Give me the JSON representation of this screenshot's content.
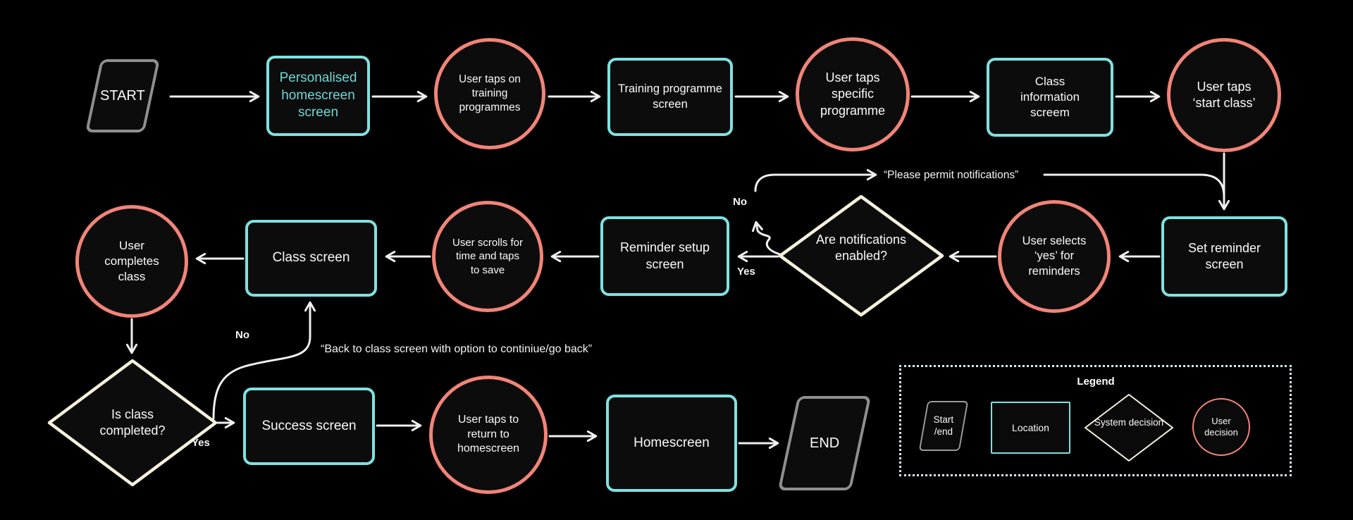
{
  "diagram": {
    "colors": {
      "background": "#000000",
      "location_border": "#7FE1E1",
      "user_decision_border": "#F18478",
      "system_decision_border": "#F6F1DC",
      "start_end_border": "#8F8F8F",
      "arrow": "#EFEFEF",
      "highlight_text": "#70D6D6",
      "text": "#FAFAFA"
    },
    "nodes": {
      "start": {
        "label": "START",
        "type": "start-end"
      },
      "personalised_homescreen": {
        "label": "Personalised homescreen screen",
        "type": "location"
      },
      "taps_training": {
        "label": "User taps on training programmes",
        "type": "user-decision"
      },
      "training_programme": {
        "label": "Training programme screen",
        "type": "location"
      },
      "taps_specific": {
        "label": "User taps specific programme",
        "type": "user-decision"
      },
      "class_information": {
        "label": "Class information screem",
        "type": "location"
      },
      "taps_start_class": {
        "label": "User taps ‘start class’",
        "type": "user-decision"
      },
      "set_reminder": {
        "label": "Set reminder screen",
        "type": "location"
      },
      "selects_yes": {
        "label": "User selects ‘yes’ for reminders",
        "type": "user-decision"
      },
      "notifications_enabled": {
        "label": "Are notifications enabled?",
        "type": "system-decision"
      },
      "reminder_setup": {
        "label": "Reminder setup screen",
        "type": "location"
      },
      "scrolls_time": {
        "label": "User scrolls for time and taps to save",
        "type": "user-decision"
      },
      "class_screen": {
        "label": "Class screen",
        "type": "location"
      },
      "completes_class": {
        "label": "User completes class",
        "type": "user-decision"
      },
      "is_class_completed": {
        "label": "Is class completed?",
        "type": "system-decision"
      },
      "success_screen": {
        "label": "Success screen",
        "type": "location"
      },
      "taps_return": {
        "label": "User taps to return to homescreen",
        "type": "user-decision"
      },
      "homescreen": {
        "label": "Homescreen",
        "type": "location"
      },
      "end": {
        "label": "END",
        "type": "start-end"
      }
    },
    "edge_labels": {
      "notifications_no": "No",
      "notifications_yes": "Yes",
      "permit_notifications": "“Please permit notifications”",
      "class_no": "No",
      "class_yes": "Yes",
      "back_to_class": "“Back to class screen with option to continiue/go back”"
    },
    "legend": {
      "title": "Legend",
      "items": [
        {
          "shape": "start-end",
          "label": "Start /end"
        },
        {
          "shape": "location",
          "label": "Location"
        },
        {
          "shape": "system-decision",
          "label": "System decision"
        },
        {
          "shape": "user-decision",
          "label": "User decision"
        }
      ]
    }
  }
}
